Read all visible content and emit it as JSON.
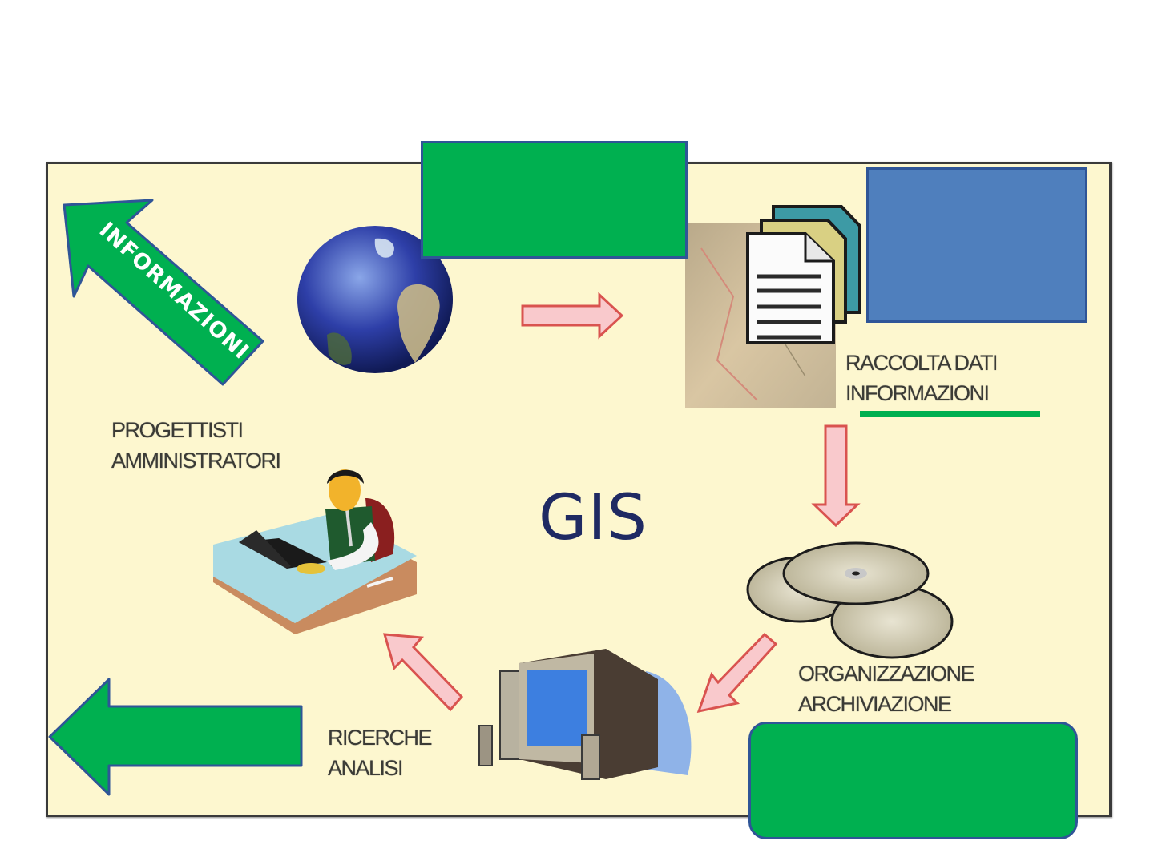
{
  "diagram": {
    "title": "GIS",
    "colors": {
      "panel_background": "#fdf7cf",
      "green_shape": "#00b050",
      "blue_shape": "#4f7fbd",
      "shape_border": "#2f5597",
      "flow_arrow_fill": "#f9c9cc",
      "flow_arrow_stroke": "#d9534f",
      "title_color": "#1f2a63"
    },
    "nodes": [
      {
        "id": "world",
        "icon": "globe-icon",
        "label_lines": []
      },
      {
        "id": "data-collection",
        "icon": "documents-map-icon",
        "label_lines": [
          "RACCOLTA DATI",
          "INFORMAZIONI"
        ]
      },
      {
        "id": "organization",
        "icon": "discs-icon",
        "label_lines": [
          "ORGANIZZAZIONE",
          "ARCHIVIAZIONE"
        ]
      },
      {
        "id": "analysis",
        "icon": "computer-icon",
        "label_lines": [
          "RICERCHE",
          "ANALISI"
        ]
      },
      {
        "id": "designers",
        "icon": "person-at-desk-icon",
        "label_lines": [
          "PROGETTISTI",
          "AMMINISTRATORI"
        ]
      }
    ],
    "flow": [
      "world",
      "data-collection",
      "organization",
      "analysis",
      "designers"
    ],
    "overlays": {
      "diagonal_arrow_label": "INFORMAZIONI",
      "top_green_box_text": "",
      "top_right_blue_box_text": "",
      "bottom_right_green_box_text": "",
      "left_green_arrow_text": ""
    }
  }
}
